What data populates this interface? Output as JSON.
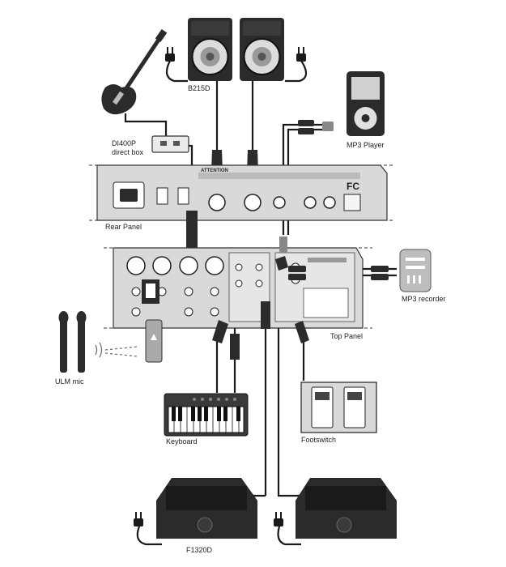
{
  "labels": {
    "speakers": "B215D",
    "mp3_player": "MP3 Player",
    "di_box_line1": "DI400P",
    "di_box_line2": "direct box",
    "rear_panel": "Rear Panel",
    "top_panel": "Top Panel",
    "mp3_recorder": "MP3 recorder",
    "ulm_mic": "ULM mic",
    "keyboard": "Keyboard",
    "footswitch": "Footswitch",
    "monitor": "F1320D"
  },
  "panel_text": {
    "attention": "ATTENTION",
    "fcc": "FC"
  },
  "colors": {
    "line": "#1a1a1a",
    "device_dark": "#2b2b2b",
    "device_mid": "#555555",
    "panel_fill": "#d9d9d9",
    "panel_light": "#ececec"
  }
}
